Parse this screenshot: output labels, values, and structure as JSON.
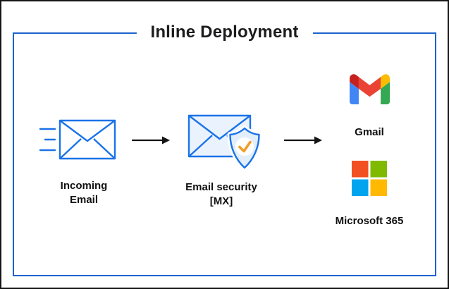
{
  "title": "Inline Deployment",
  "flow": {
    "incoming": {
      "label": "Incoming\nEmail",
      "icon": "envelope-with-motion-lines-icon"
    },
    "security": {
      "label": "Email security\n[MX]",
      "icon": "envelope-with-shield-check-icon"
    },
    "arrows": [
      "right-arrow-icon",
      "right-arrow-icon"
    ],
    "destinations": [
      {
        "label": "Gmail",
        "icon": "gmail-logo-icon"
      },
      {
        "label": "Microsoft 365",
        "icon": "microsoft-365-logo-icon"
      }
    ]
  },
  "colors": {
    "frame_black": "#161616",
    "border_blue": "#1e63d0",
    "icon_blue": "#1a73e8",
    "envelope_fill": "#eaf3fd",
    "shield_fill": "#e3eefb",
    "check_orange": "#f29d25",
    "arrow_black": "#141414",
    "gmail_blue": "#4285f4",
    "gmail_green": "#34a853",
    "gmail_yellow": "#fbbc04",
    "gmail_red": "#ea4335",
    "gmail_dark_red": "#c5221f",
    "ms_orange": "#f25022",
    "ms_green": "#7fba00",
    "ms_blue": "#00a4ef",
    "ms_yellow": "#ffb900"
  }
}
